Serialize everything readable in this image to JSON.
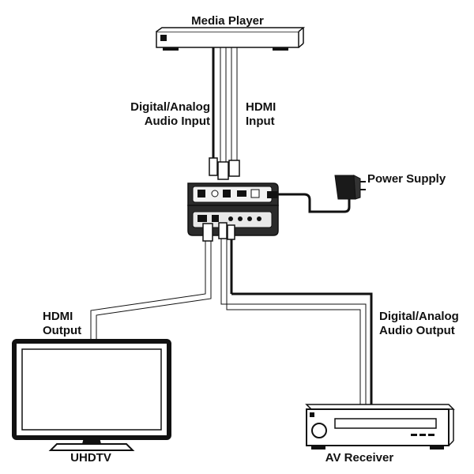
{
  "devices": {
    "media_player": "Media Player",
    "power_supply": "Power Supply",
    "uhdtv": "UHDTV",
    "av_receiver": "AV Receiver"
  },
  "connections": {
    "audio_input": [
      "Digital/Analog",
      "Audio Input"
    ],
    "hdmi_input": [
      "HDMI",
      "Input"
    ],
    "hdmi_output": [
      "HDMI",
      "Output"
    ],
    "audio_output": [
      "Digital/Analog",
      "Audio Output"
    ]
  }
}
